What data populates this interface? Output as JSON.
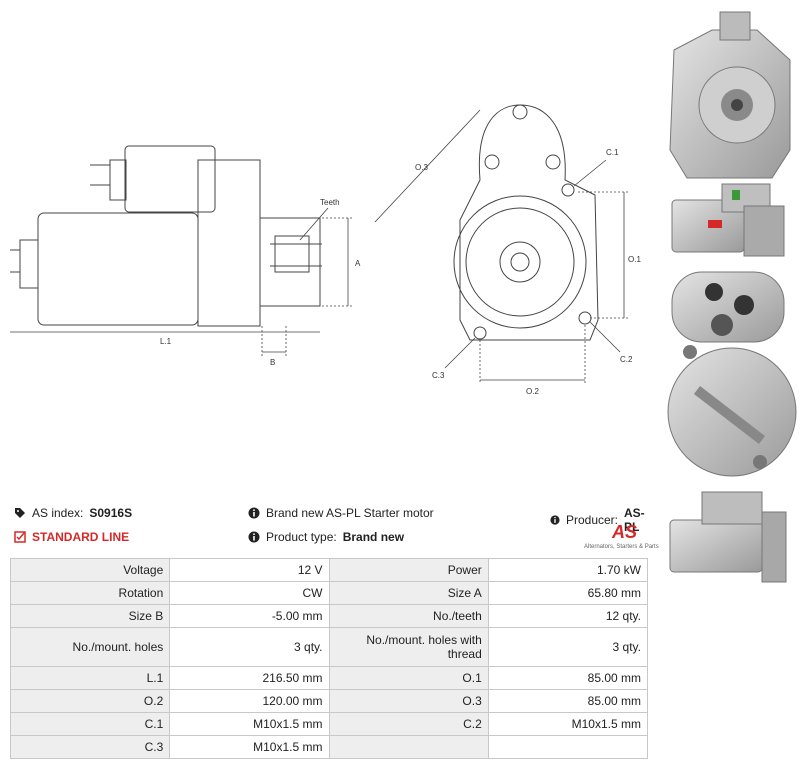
{
  "drawing": {
    "labels": {
      "teeth": "Teeth",
      "a": "A",
      "b": "B",
      "l1": "L.1",
      "o1": "O.1",
      "o2": "O.2",
      "o3": "O.3",
      "c1": "C.1",
      "c2": "C.2",
      "c3": "C.3"
    }
  },
  "info": {
    "as_index_label": "AS index:",
    "as_index_value": "S0916S",
    "standard_line": "STANDARD LINE",
    "description": "Brand new AS-PL Starter motor",
    "product_type_label": "Product type:",
    "product_type_value": "Brand new",
    "producer_label": "Producer:",
    "producer_value": "AS-PL",
    "logo_mark": "AS",
    "logo_tagline": "Alternators, Starters & Parts"
  },
  "colors": {
    "accent_red": "#d62828",
    "label_bg": "#eeeeee",
    "border": "#c8c8c8"
  },
  "spec_rows": [
    [
      "Voltage",
      "12 V",
      "Power",
      "1.70 kW"
    ],
    [
      "Rotation",
      "CW",
      "Size A",
      "65.80 mm"
    ],
    [
      "Size B",
      "-5.00 mm",
      "No./teeth",
      "12 qty."
    ],
    [
      "No./mount. holes",
      "3 qty.",
      "No./mount. holes with thread",
      "3 qty."
    ],
    [
      "L.1",
      "216.50 mm",
      "O.1",
      "85.00 mm"
    ],
    [
      "O.2",
      "120.00 mm",
      "O.3",
      "85.00 mm"
    ],
    [
      "C.1",
      "M10x1.5 mm",
      "C.2",
      "M10x1.5 mm"
    ],
    [
      "C.3",
      "M10x1.5 mm",
      "",
      ""
    ]
  ]
}
